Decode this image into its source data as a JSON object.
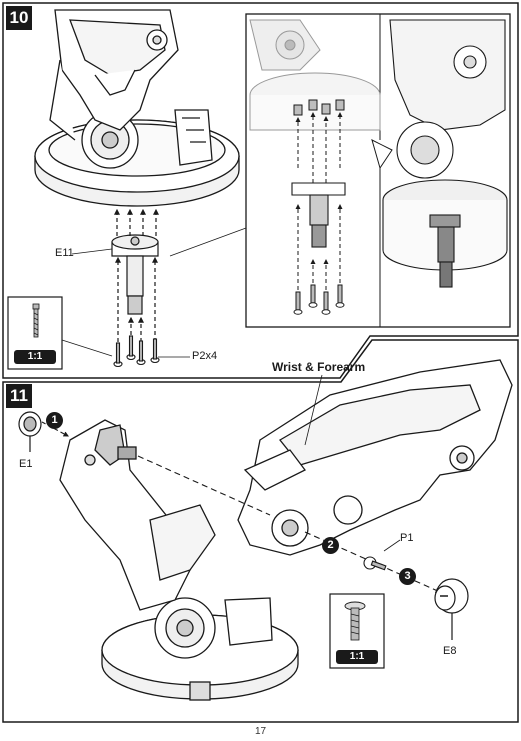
{
  "steps": [
    {
      "number": "10"
    },
    {
      "number": "11"
    }
  ],
  "step10": {
    "part_label": "E11",
    "screw_label": "P2x4",
    "scale_label": "1:1"
  },
  "step11": {
    "heading": "Wrist & Forearm",
    "part_e1": "E1",
    "part_p1": "P1",
    "part_e8": "E8",
    "scale_label": "1:1",
    "sub_steps": [
      "1",
      "2",
      "3"
    ]
  },
  "page_number": "17",
  "colors": {
    "ink": "#1a1a1a",
    "panel": "#ffffff",
    "gray_part": "#9a9a9a",
    "light_gray": "#d8d8d8"
  }
}
